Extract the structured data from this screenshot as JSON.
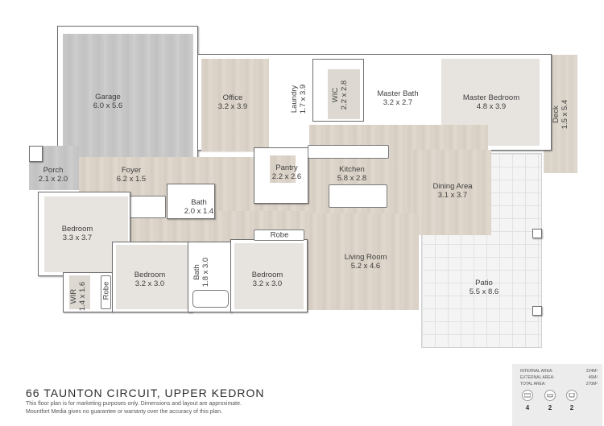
{
  "property": {
    "address": "66 TAUNTON CIRCUIT, UPPER KEDRON",
    "disclaimer_line1": "This floor plan is for marketing purposes only. Dimensions and layout are approximate.",
    "disclaimer_line2": "Mountfort Media gives no guarantee or warranty over the accuracy of this plan."
  },
  "rooms": {
    "garage": {
      "name": "Garage",
      "size": "6.0 x 5.6"
    },
    "porch": {
      "name": "Porch",
      "size": "2.1 x 2.0"
    },
    "foyer": {
      "name": "Foyer",
      "size": "6.2 x 1.5"
    },
    "office": {
      "name": "Office",
      "size": "3.2 x 3.9"
    },
    "laundry": {
      "name": "Laundry",
      "size": "1.7 x 3.9"
    },
    "wic": {
      "name": "WIC",
      "size": "2.2 x 2.8"
    },
    "master_bath": {
      "name": "Master Bath",
      "size": "3.2 x 2.7"
    },
    "master_bedroom": {
      "name": "Master Bedroom",
      "size": "4.8 x 3.9"
    },
    "deck": {
      "name": "Deck",
      "size": "1.5 x 5.4"
    },
    "pantry": {
      "name": "Pantry",
      "size": "2.2 x 2.6"
    },
    "kitchen": {
      "name": "Kitchen",
      "size": "5.8 x 2.8"
    },
    "dining": {
      "name": "Dining Area",
      "size": "3.1 x 3.7"
    },
    "bath1": {
      "name": "Bath",
      "size": "2.0 x 1.4"
    },
    "bedroom1": {
      "name": "Bedroom",
      "size": "3.3 x 3.7"
    },
    "wir": {
      "name": "WIR",
      "size": "1.4 x 1.6"
    },
    "robe1": {
      "name": "Robe"
    },
    "bedroom2": {
      "name": "Bedroom",
      "size": "3.2 x 3.0"
    },
    "bath2": {
      "name": "Bath",
      "size": "1.8 x 3.0"
    },
    "robe2": {
      "name": "Robe"
    },
    "bedroom3": {
      "name": "Bedroom",
      "size": "3.2 x 3.0"
    },
    "living": {
      "name": "Living Room",
      "size": "5.2 x 4.6"
    },
    "patio": {
      "name": "Patio",
      "size": "5.5 x 8.6"
    }
  },
  "stats": {
    "internal_label": "INTERNAL AREA:",
    "internal_value": "224M²",
    "external_label": "EXTERNAL AREA:",
    "external_value": "46M²",
    "total_label": "TOTAL AREA:",
    "total_value": "270M²",
    "bedrooms": "4",
    "bathrooms": "2",
    "car_spaces": "2",
    "icons": [
      "bed-icon",
      "bath-icon",
      "car-icon"
    ]
  }
}
